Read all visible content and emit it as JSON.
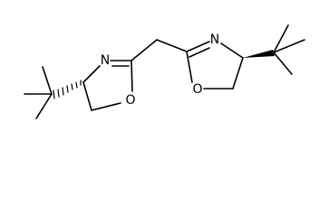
{
  "molecule": {
    "atoms": {
      "left_ring_nitrogen": "N",
      "left_ring_oxygen": "O",
      "right_ring_nitrogen": "N",
      "right_ring_oxygen": "O"
    }
  }
}
